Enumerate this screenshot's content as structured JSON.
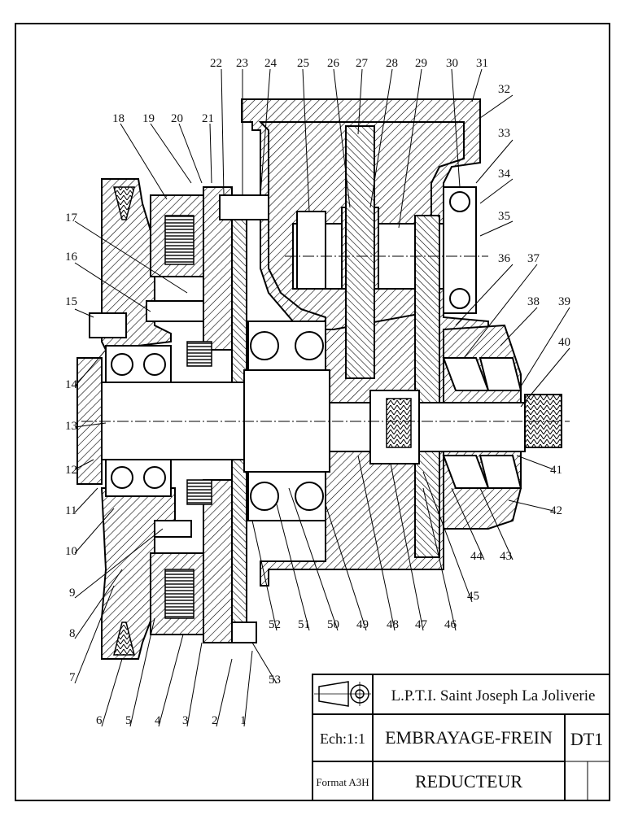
{
  "labels": [
    {
      "n": "1"
    },
    {
      "n": "2"
    },
    {
      "n": "3"
    },
    {
      "n": "4"
    },
    {
      "n": "5"
    },
    {
      "n": "6"
    },
    {
      "n": "7"
    },
    {
      "n": "8"
    },
    {
      "n": "9"
    },
    {
      "n": "10"
    },
    {
      "n": "11"
    },
    {
      "n": "12"
    },
    {
      "n": "13"
    },
    {
      "n": "14"
    },
    {
      "n": "15"
    },
    {
      "n": "16"
    },
    {
      "n": "17"
    },
    {
      "n": "18"
    },
    {
      "n": "19"
    },
    {
      "n": "20"
    },
    {
      "n": "21"
    },
    {
      "n": "22"
    },
    {
      "n": "23"
    },
    {
      "n": "24"
    },
    {
      "n": "25"
    },
    {
      "n": "26"
    },
    {
      "n": "27"
    },
    {
      "n": "28"
    },
    {
      "n": "29"
    },
    {
      "n": "30"
    },
    {
      "n": "31"
    },
    {
      "n": "32"
    },
    {
      "n": "33"
    },
    {
      "n": "34"
    },
    {
      "n": "35"
    },
    {
      "n": "36"
    },
    {
      "n": "37"
    },
    {
      "n": "38"
    },
    {
      "n": "39"
    },
    {
      "n": "40"
    },
    {
      "n": "41"
    },
    {
      "n": "42"
    },
    {
      "n": "43"
    },
    {
      "n": "44"
    },
    {
      "n": "45"
    },
    {
      "n": "46"
    },
    {
      "n": "47"
    },
    {
      "n": "48"
    },
    {
      "n": "49"
    },
    {
      "n": "50"
    },
    {
      "n": "51"
    },
    {
      "n": "52"
    },
    {
      "n": "53"
    }
  ],
  "title_block": {
    "school": "L.P.T.I. Saint Joseph La Joliverie",
    "scale": "Ech:1:1",
    "title_line1": "EMBRAYAGE-FREIN",
    "title_line2": "REDUCTEUR",
    "format": "Format A3H",
    "doc_id": "DT1"
  }
}
